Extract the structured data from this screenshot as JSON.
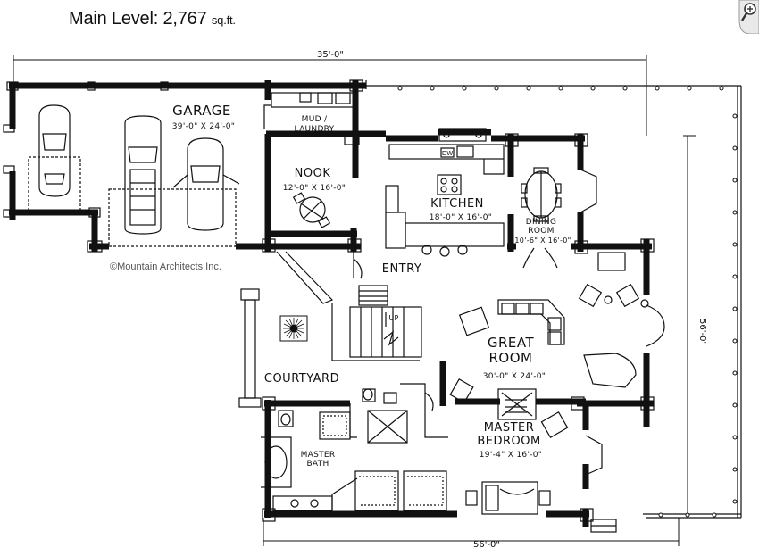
{
  "header": {
    "level_label": "Main Level:",
    "area": "2,767",
    "area_units": "sq.ft."
  },
  "copyright": "©Mountain Architects Inc.",
  "dimensions": {
    "top": "35'-0\"",
    "bottom": "56'-0\"",
    "right": "56'-0\""
  },
  "rooms": {
    "garage": {
      "name": "GARAGE",
      "size": "39'-0\" X 24'-0\""
    },
    "mud": {
      "name_line1": "MUD /",
      "name_line2": "LAUNDRY"
    },
    "nook": {
      "name": "NOOK",
      "size": "12'-0\" X 16'-0\""
    },
    "kitchen": {
      "name": "KITCHEN",
      "size": "18'-0\" X 16'-0\""
    },
    "dining": {
      "name_line1": "DINING",
      "name_line2": "ROOM",
      "size": "10'-6\" X 16'-0\""
    },
    "entry": {
      "name": "ENTRY"
    },
    "stair": {
      "label": "UP"
    },
    "great": {
      "name_line1": "GREAT",
      "name_line2": "ROOM",
      "size": "30'-0\" X 24'-0\""
    },
    "courtyard": {
      "name": "COURTYARD"
    },
    "master_bedroom": {
      "name_line1": "MASTER",
      "name_line2": "BEDROOM",
      "size": "19'-4\" X 16'-0\""
    },
    "master_bath": {
      "name_line1": "MASTER",
      "name_line2": "BATH"
    }
  },
  "fixtures": {
    "dishwasher": "DW"
  },
  "icons": {
    "zoom": "zoom-icon",
    "compass": "skylight-icon"
  }
}
